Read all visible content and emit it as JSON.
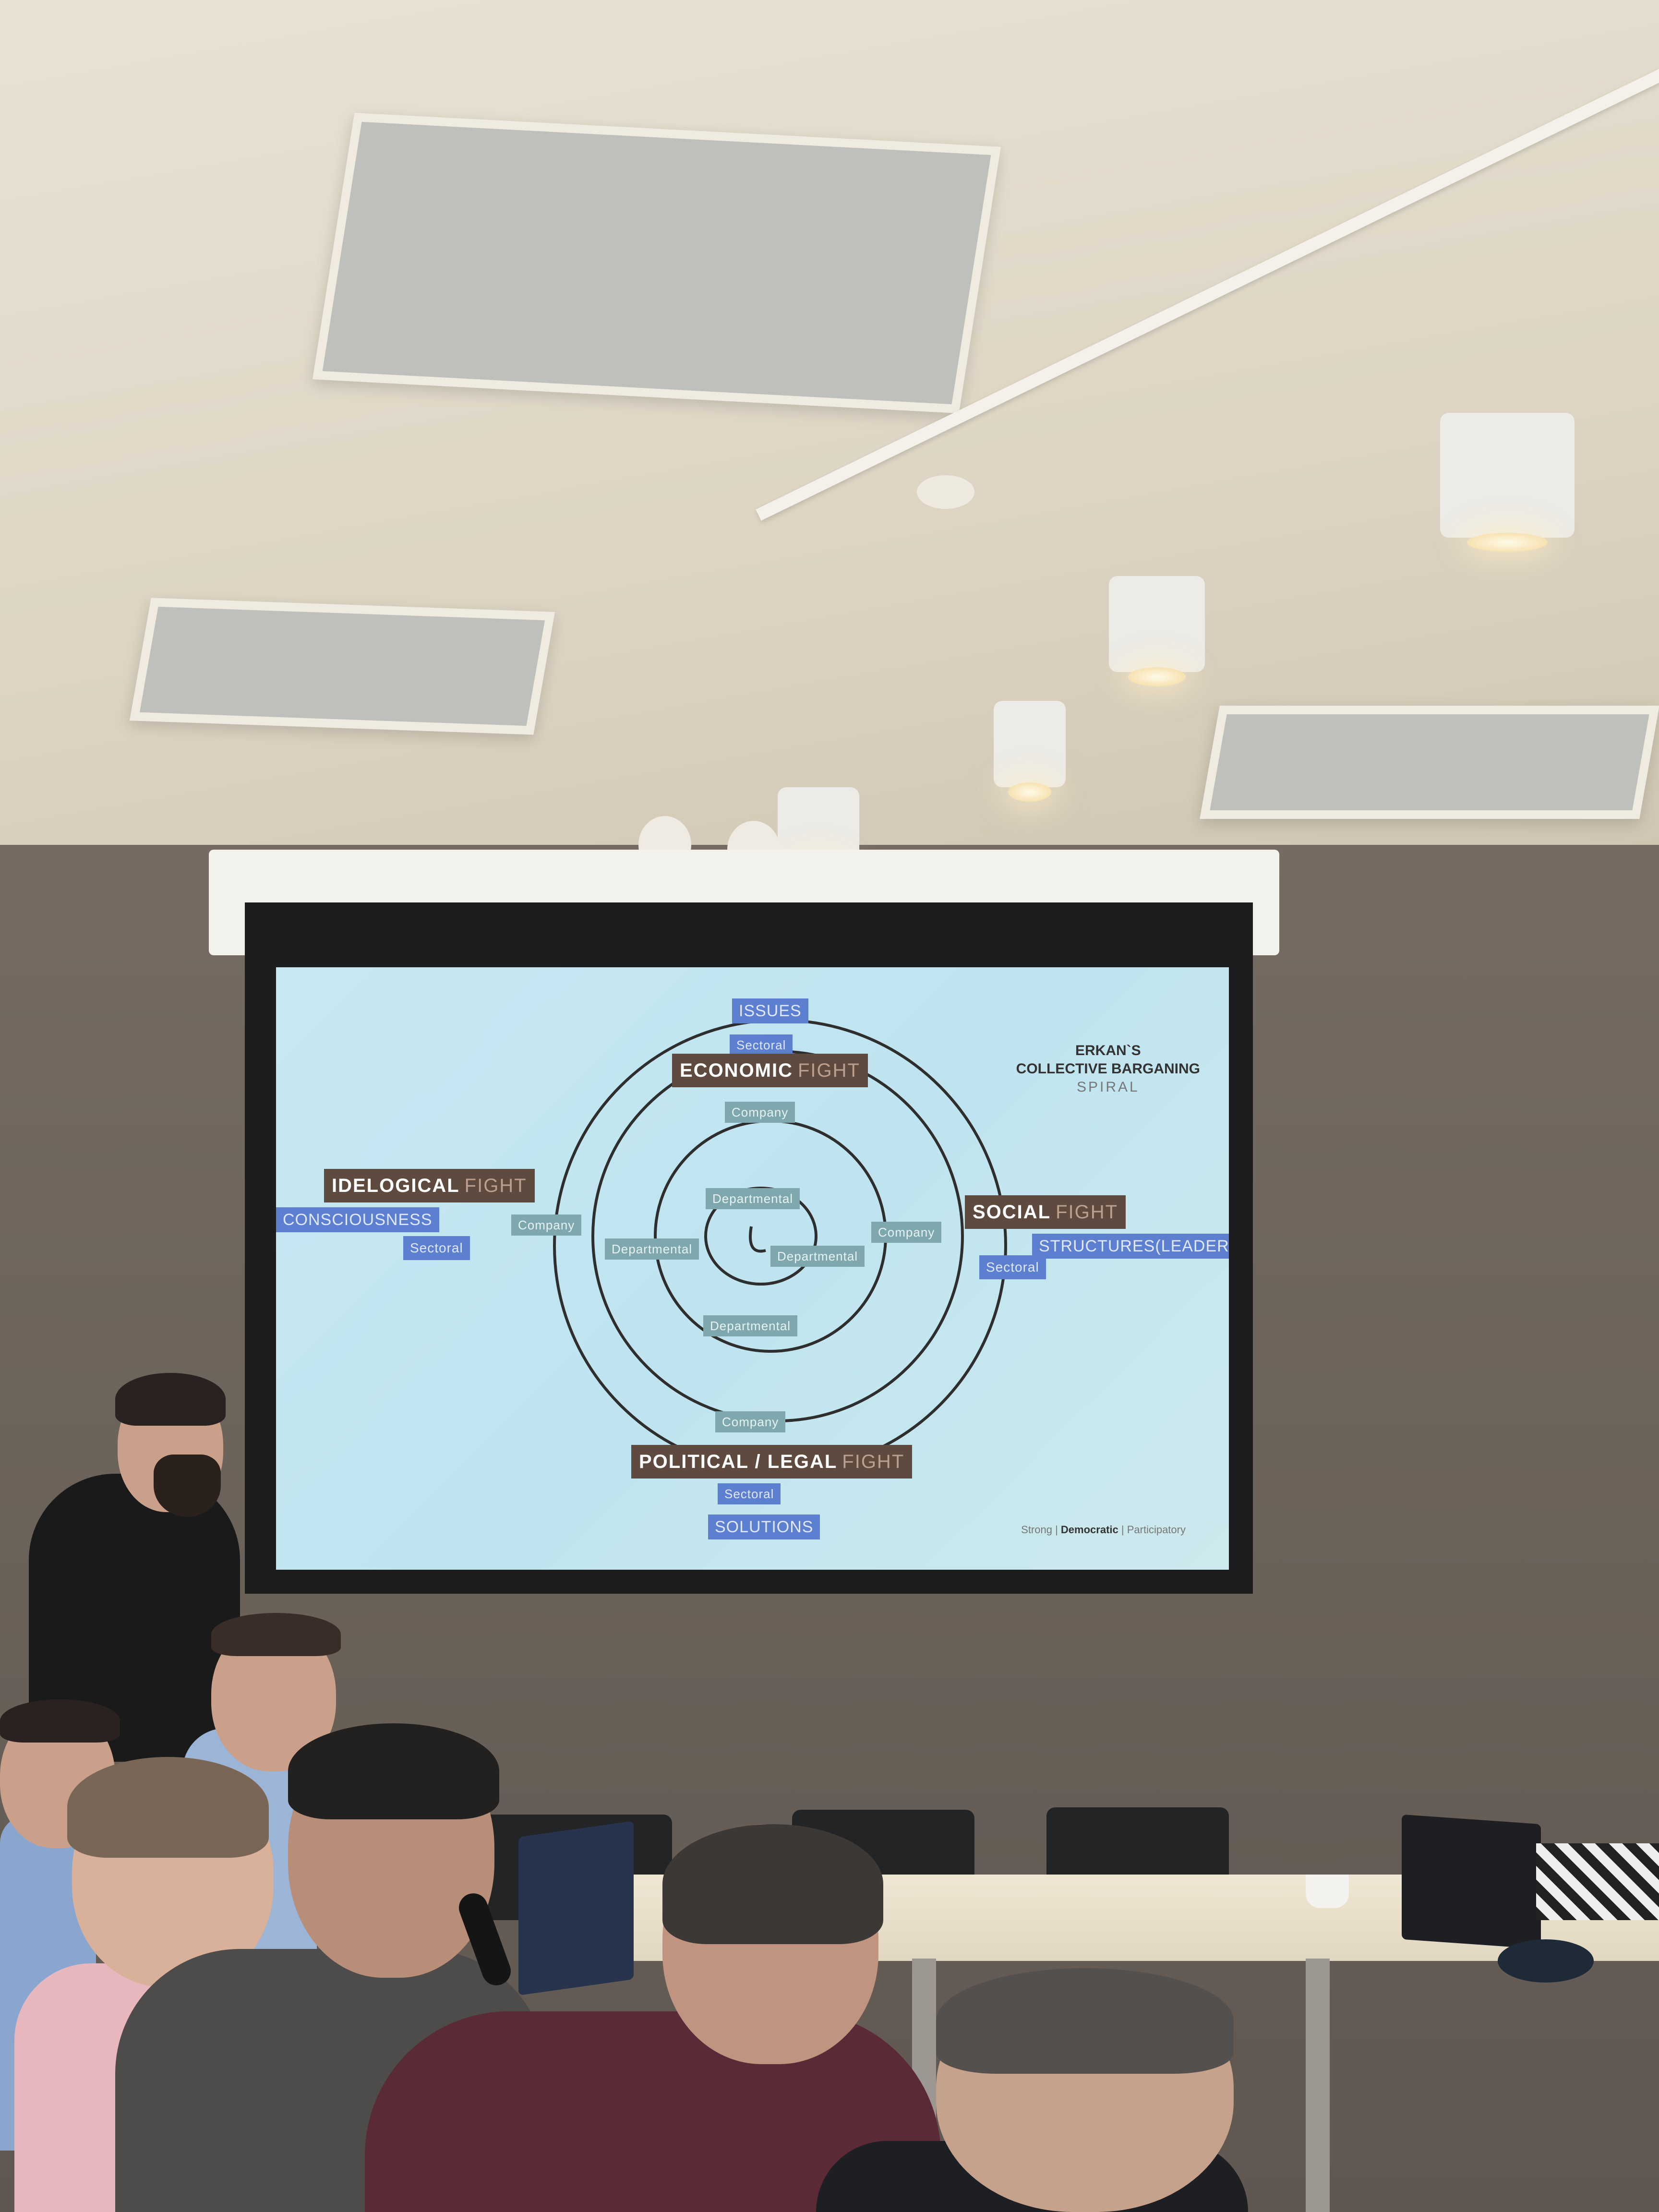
{
  "slide": {
    "title_line1": "ERKAN`S",
    "title_line2": "COLLECTIVE BARGANING",
    "title_line3": "SPIRAL",
    "fights": {
      "economic": {
        "bold": "ECONOMIC",
        "word": "FIGHT"
      },
      "ideological": {
        "bold": "IDELOGICAL",
        "word": "FIGHT"
      },
      "social": {
        "bold": "SOCIAL",
        "word": "FIGHT"
      },
      "political": {
        "bold": "POLITICAL / LEGAL",
        "word": "FIGHT"
      }
    },
    "labels": {
      "issues": "ISSUES",
      "solutions": "SOLUTIONS",
      "consciousness": "CONSCIOUSNESS",
      "structures": "STRUCTURES(LEADERS)",
      "sectoral": "Sectoral",
      "company": "Company",
      "departmental": "Departmental"
    },
    "footer": {
      "left": "Strong |",
      "mid": "Democratic",
      "right": "| Participatory"
    }
  },
  "colors": {
    "fight_bg": "#5e4a3e",
    "tag_blue": "#5d7fcf",
    "tag_teal": "#7fa8ae",
    "slide_bg": "#c7e8f3"
  }
}
